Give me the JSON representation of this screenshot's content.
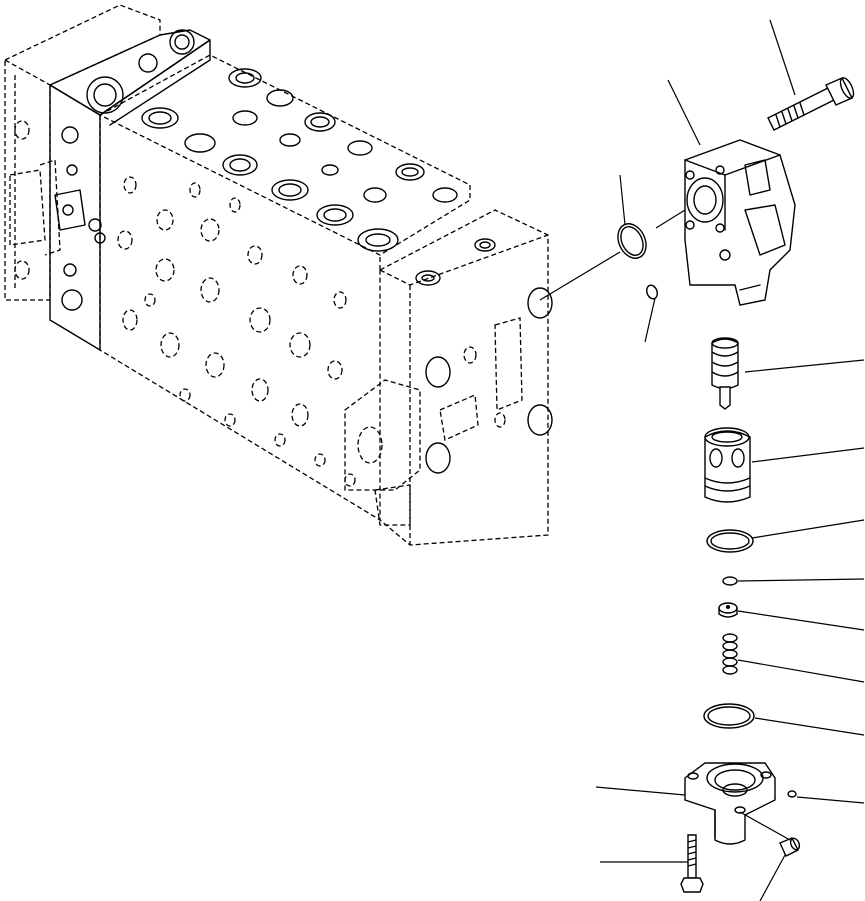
{
  "colors": {
    "ink": "#000000",
    "paper": "#ffffff"
  },
  "parts": [
    {
      "id": "control-valve-block"
    },
    {
      "id": "bolt-top"
    },
    {
      "id": "valve-housing"
    },
    {
      "id": "o-ring-large-upper"
    },
    {
      "id": "o-ring-small-upper"
    },
    {
      "id": "spool"
    },
    {
      "id": "sleeve"
    },
    {
      "id": "o-ring-middle"
    },
    {
      "id": "o-ring-small-middle"
    },
    {
      "id": "seat"
    },
    {
      "id": "spring"
    },
    {
      "id": "o-ring-lower"
    },
    {
      "id": "cover"
    },
    {
      "id": "bolt-bottom"
    },
    {
      "id": "plug"
    },
    {
      "id": "o-ring-tiny-cover"
    }
  ]
}
